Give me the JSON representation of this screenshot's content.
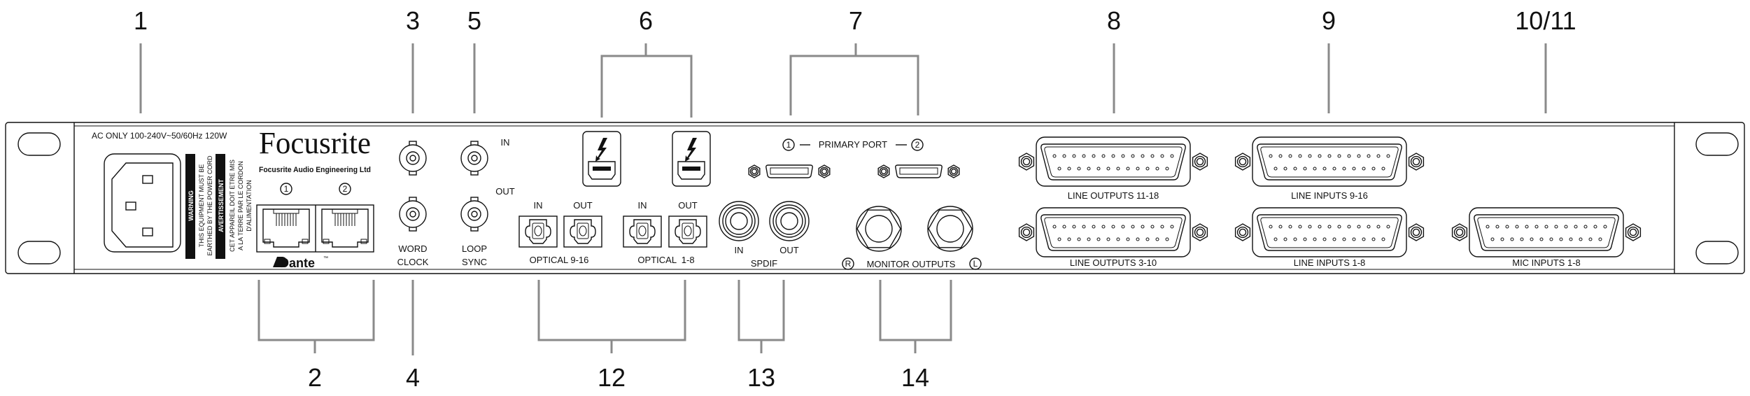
{
  "callouts": {
    "top": [
      "1",
      "3",
      "5",
      "6",
      "7",
      "8",
      "9",
      "10/11"
    ],
    "bottom": [
      "2",
      "4",
      "12",
      "13",
      "14"
    ]
  },
  "power": {
    "rating": "AC ONLY 100-240V~50/60Hz 120W",
    "warning_title": "WARNING",
    "warning_lines": [
      "THIS EQUIPMENT MUST BE",
      "EARTHED BY THE POWER CORD"
    ],
    "avertissement_title": "AVERTISSEMENT",
    "avertissement_lines": [
      "CET APPAREIL DOIT ETRE MIS",
      "A LA TERRE PAR LE CORDON",
      "D'ALIMENTATION"
    ]
  },
  "brand": {
    "logo": "Focusrite",
    "subtitle": "Focusrite Audio Engineering Ltd"
  },
  "dante": {
    "port_numbers": [
      "1",
      "2"
    ],
    "logo": "Dante",
    "tm": "™"
  },
  "bnc": {
    "in_label": "IN",
    "out_label": "OUT",
    "word_clock": [
      "WORD",
      "CLOCK"
    ],
    "loop_sync": [
      "LOOP",
      "SYNC"
    ]
  },
  "primary_port": {
    "num1": "1",
    "label": "PRIMARY PORT",
    "num2": "2"
  },
  "optical": {
    "in_label": "IN",
    "out_label": "OUT",
    "group1": "OPTICAL 9-16",
    "group2": "OPTICAL  1-8"
  },
  "spdif": {
    "in_label": "IN",
    "out_label": "OUT",
    "label": "SPDIF"
  },
  "monitor": {
    "r": "R",
    "label": "MONITOR OUTPUTS",
    "l": "L"
  },
  "dsub": {
    "line_outputs_11_18": "LINE OUTPUTS 11-18",
    "line_inputs_9_16": "LINE INPUTS 9-16",
    "line_outputs_3_10": "LINE OUTPUTS 3-10",
    "line_inputs_1_8": "LINE INPUTS 1-8",
    "mic_inputs_1_8": "MIC INPUTS 1-8"
  },
  "icons": [
    "thunderbolt-icon",
    "dante-logo-icon",
    "iec-inlet-icon"
  ]
}
